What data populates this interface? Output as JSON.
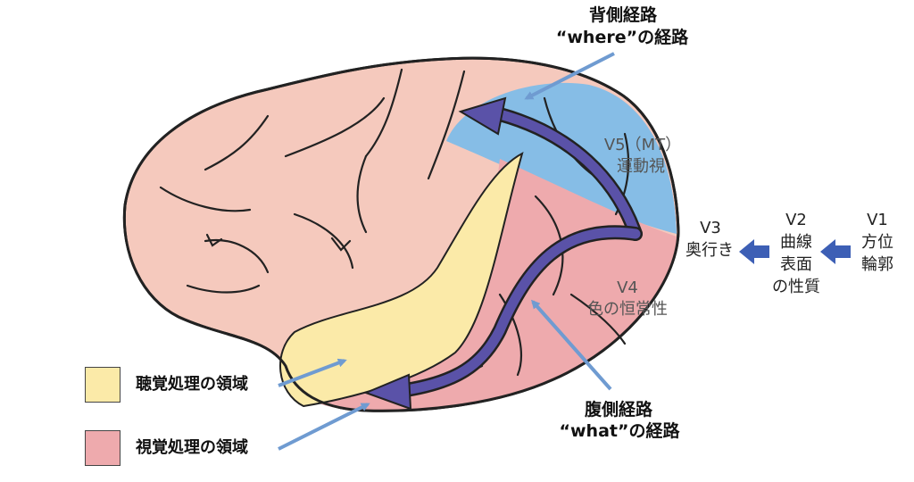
{
  "dorsal": {
    "title": "背側経路",
    "subtitle": "“where”の経路"
  },
  "ventral": {
    "title": "腹側経路",
    "subtitle": "“what”の経路"
  },
  "areas": {
    "v5": {
      "name": "V5（MT）",
      "func": "運動視"
    },
    "v4": {
      "name": "V4",
      "func": "色の恒常性"
    },
    "v3": {
      "name": "V3",
      "func": "奥行き"
    },
    "v2": {
      "name": "V2",
      "func1": "曲線",
      "func2": "表面",
      "func3": "の性質"
    },
    "v1": {
      "name": "V1",
      "func1": "方位",
      "func2": "輪郭"
    }
  },
  "legend": [
    {
      "label": "聴覚処理の領域",
      "color": "#fbeaa8"
    },
    {
      "label": "視覚処理の領域",
      "color": "#eeaaad"
    }
  ],
  "colors": {
    "brain": "#f5c9bd",
    "dorsal_region": "#86bde6",
    "ventral_region": "#eeaaad",
    "auditory_region": "#fbeaa8",
    "pathway_arrow": "#5a52a8",
    "pointer_arrow": "#6f9bd1",
    "small_arrow": "#3d5fb5"
  }
}
